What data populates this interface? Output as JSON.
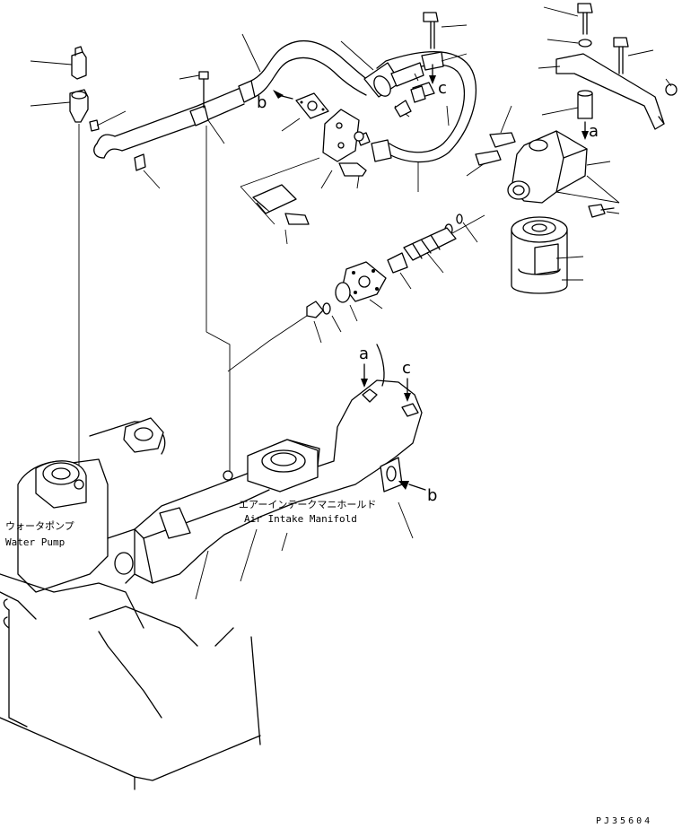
{
  "callouts": {
    "b_upper": "b",
    "c_upper": "c",
    "a_upper": "a",
    "a_lower": "a",
    "c_lower": "c",
    "b_lower": "b"
  },
  "labels": {
    "water_pump_jp": "ウォータポンプ",
    "water_pump_en": "Water Pump",
    "manifold_jp": "エアーインテークマニホールド",
    "manifold_en": "Air Intake Manifold"
  },
  "drawing_code": "PJ35604"
}
